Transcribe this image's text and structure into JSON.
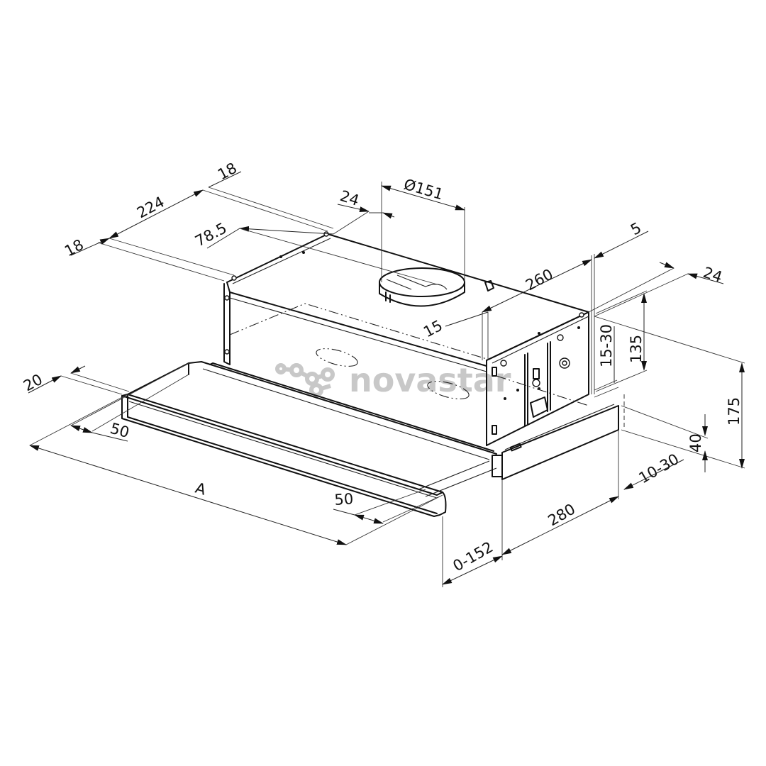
{
  "drawing": {
    "subject": "telescopic cooker hood installation dimensions",
    "units": "mm",
    "watermark": "novastar",
    "colors": {
      "line": "#111111",
      "background": "#ffffff",
      "watermark": "#c8c8c8"
    }
  },
  "dimensions": {
    "top_left_offset": "18",
    "top_width": "224",
    "top_right_offset": "18",
    "bracket_offset": "78.5",
    "duct_offset": "24",
    "duct_diameter": "Ø151",
    "rear_gap": "5",
    "body_depth": "260",
    "side_offset": "24",
    "side_inset": "15",
    "wall_gap": "15-30",
    "body_height": "135",
    "total_height": "175",
    "front_height": "40",
    "front_clearance": "10-30",
    "front_depth": "280",
    "extension": "0-152",
    "left_offset": "20",
    "rail_left_margin": "50",
    "rail_right_margin": "50",
    "width": "A"
  }
}
